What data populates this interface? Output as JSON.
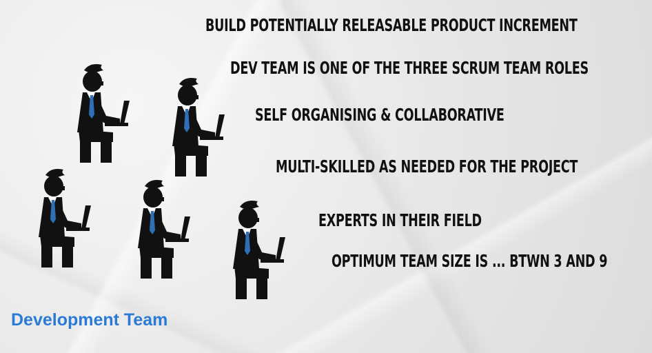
{
  "slide": {
    "points": [
      "BUILD POTENTIALLY RELEASABLE PRODUCT INCREMENT",
      "DEV TEAM IS ONE OF THE THREE SCRUM TEAM ROLES",
      "SELF ORGANISING & COLLABORATIVE",
      "MULTI-SKILLED AS NEEDED FOR THE PROJECT",
      "EXPERTS IN THEIR FIELD",
      "OPTIMUM TEAM SIZE IS ... BTWN 3 AND 9"
    ],
    "caption": "Development Team"
  },
  "colors": {
    "caption": "#2a7ad6",
    "text": "#111111",
    "figure": "#111111",
    "tie": "#2f6fb8",
    "background": "#ececec"
  },
  "icons": [
    "developer-at-laptop-icon"
  ]
}
